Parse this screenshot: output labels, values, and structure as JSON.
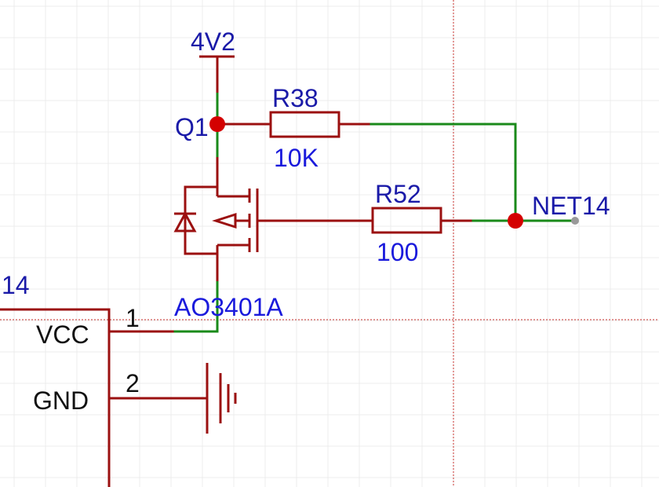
{
  "colors": {
    "background": "#ffffff",
    "grid": "#ececec",
    "crosshair": "#c8302c",
    "component": "#9b1010",
    "wire": "#1a8a1a",
    "junction": "#d40000",
    "net_label": "#1a1aa8",
    "value_text": "#1a1adc",
    "pin_text": "#111111",
    "net_endpoint": "#999999"
  },
  "labels": {
    "power": "4V2",
    "q1_designator": "Q1",
    "q1_part": "AO3401A",
    "r38_designator": "R38",
    "r38_value": "10K",
    "r52_designator": "R52",
    "r52_value": "100",
    "net_label": "NET14",
    "partial_label": "14",
    "connector_pin1_number": "1",
    "connector_pin1_name": "VCC",
    "connector_pin2_number": "2",
    "connector_pin2_name": "GND"
  },
  "icons": [
    "power-port-icon",
    "pmos-transistor-icon",
    "resistor-icon",
    "ground-icon",
    "junction-dot-icon",
    "net-label-endpoint-icon"
  ]
}
